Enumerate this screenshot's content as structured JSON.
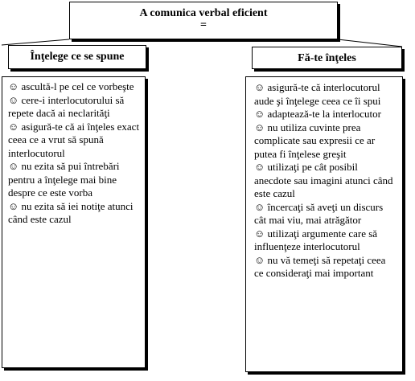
{
  "title": "A comunica verbal eficient",
  "title_symbol": "=",
  "left": {
    "heading": "Înţelege ce se spune",
    "items": [
      "☺ ascultă-l pe cel ce vorbeşte",
      "☺ cere-i interlocutorului să repete dacă ai neclarităţi",
      "☺ asigură-te că ai înţeles exact ceea ce a vrut să spună interlocutorul",
      "☺ nu ezita să pui întrebări pentru a înţelege mai bine despre ce este vorba",
      "☺ nu ezita să iei notiţe atunci când este cazul"
    ]
  },
  "right": {
    "heading": "Fă-te înţeles",
    "items": [
      "☺ asigură-te că interlocutorul aude şi înţelege ceea ce îi spui",
      "☺ adaptează-te la interlocutor",
      "☺ nu utiliza cuvinte prea complicate sau expresii ce ar putea fi înţelese greşit",
      "☺ utilizaţi pe cât posibil anecdote sau imagini atunci când este cazul",
      "☺ încercaţi să aveţi un discurs cât mai viu, mai atrăgător",
      "☺ utilizaţi argumente care să influenţeze interlocutorul",
      "☺ nu vă temeţi să repetaţi ceea ce consideraţi mai important"
    ]
  }
}
